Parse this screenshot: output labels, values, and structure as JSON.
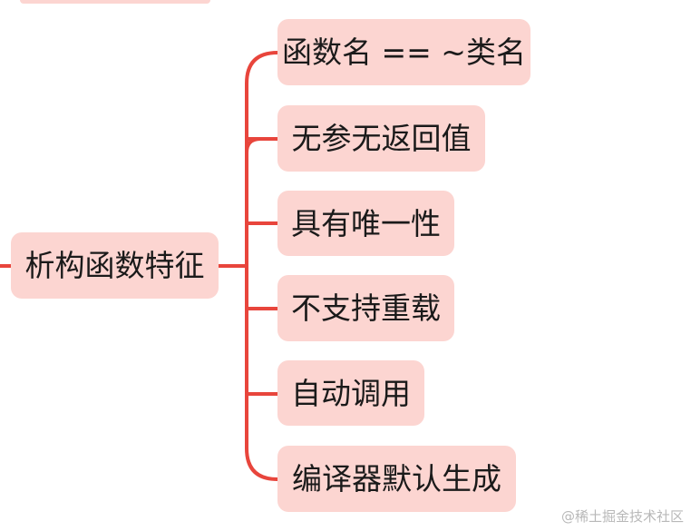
{
  "mindmap": {
    "root": {
      "label": "析构函数特征"
    },
    "children": [
      {
        "label": "函数名 == ~类名"
      },
      {
        "label": "无参无返回值"
      },
      {
        "label": "具有唯一性"
      },
      {
        "label": "不支持重载"
      },
      {
        "label": "自动调用"
      },
      {
        "label": "编译器默认生成"
      }
    ]
  },
  "watermark": {
    "text": "@稀土掘金技术社区"
  },
  "colors": {
    "node_fill": "#fcd5d1",
    "connector": "#e8453c"
  }
}
